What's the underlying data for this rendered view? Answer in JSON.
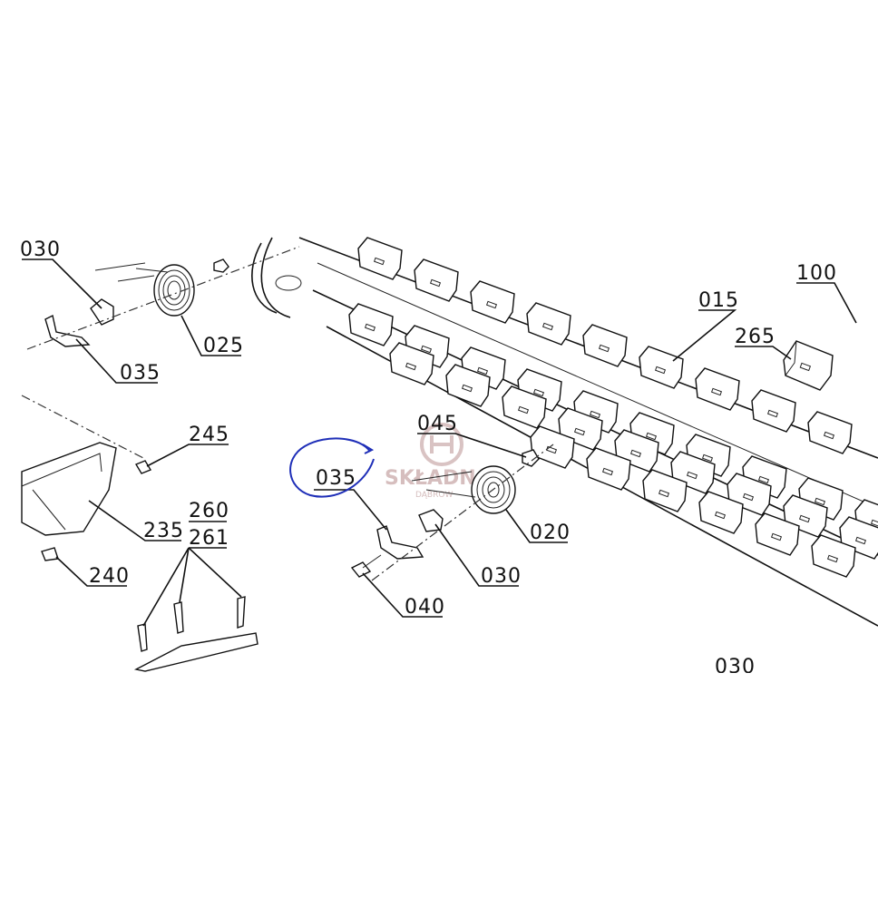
{
  "labels": {
    "l030_tl": "030",
    "l025": "025",
    "l035_l": "035",
    "l245": "245",
    "l235": "235",
    "l260": "260",
    "l261": "261",
    "l240": "240",
    "l035_c": "035",
    "l045": "045",
    "l020": "020",
    "l030_c": "030",
    "l040": "040",
    "l015": "015",
    "l100": "100",
    "l265": "265",
    "l030_b": "030"
  },
  "watermark": {
    "text": "SKŁADN",
    "sub": "DĄBROW"
  },
  "colors": {
    "ink": "#111111",
    "highlight_circle": "#1f2fb8",
    "watermark": "#c9a9a9"
  }
}
